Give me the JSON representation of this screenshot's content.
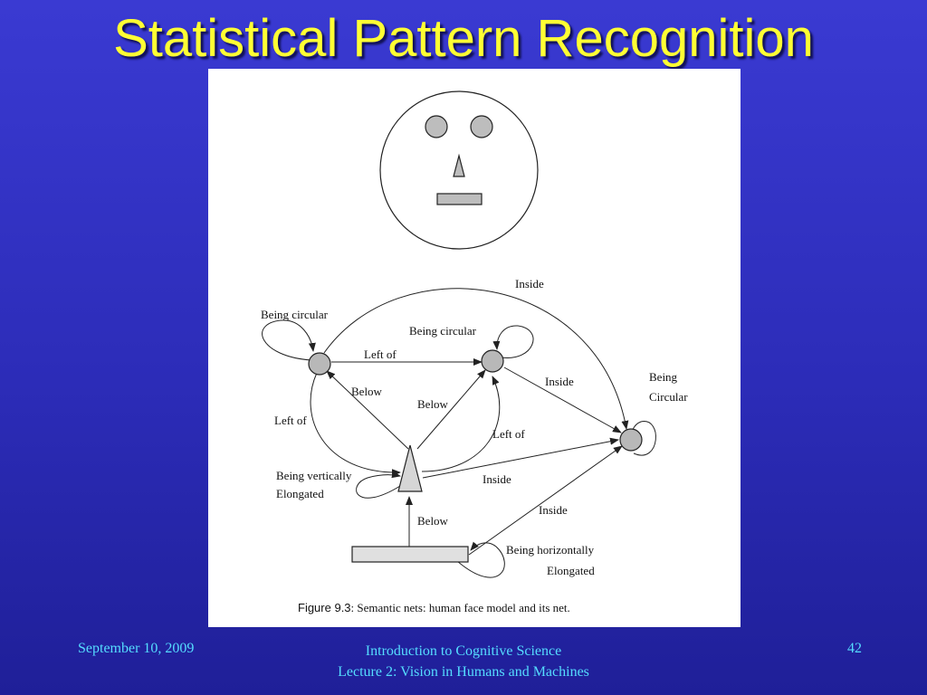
{
  "slide": {
    "title": "Statistical Pattern Recognition"
  },
  "figure": {
    "labels": {
      "inside_top": "Inside",
      "being_circular_left": "Being circular",
      "being_circular_mid": "Being circular",
      "left_of_top": "Left of",
      "inside_right": "Inside",
      "being": "Being",
      "circular": "Circular",
      "below_left": "Below",
      "below_mid": "Below",
      "left_of_side": "Left of",
      "left_of_right": "Left of",
      "being_vertically": "Being vertically",
      "elongated_v": "Elongated",
      "inside_lower": "Inside",
      "inside_bottom": "Inside",
      "below_bottom": "Below",
      "being_horizontally": "Being horizontally",
      "elongated_h": "Elongated"
    },
    "caption": {
      "label": "Figure 9.3",
      "text": ": Semantic nets: human face model and its net."
    },
    "colors": {
      "node_fill": "#b8b8b8",
      "stroke": "#222222"
    }
  },
  "footer": {
    "date": "September 10, 2009",
    "course": "Introduction to Cognitive Science",
    "lecture": "Lecture 2: Vision in Humans and Machines",
    "page": "42"
  }
}
